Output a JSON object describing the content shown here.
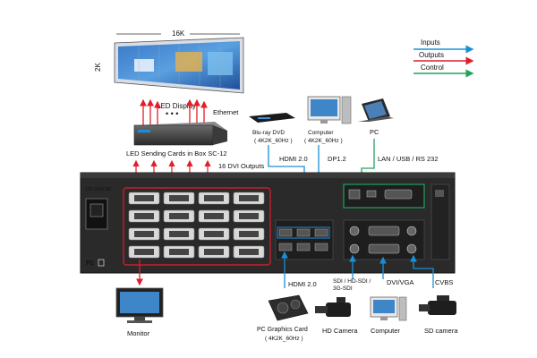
{
  "display": {
    "title": "LED  Display",
    "width_label": "16K",
    "height_label": "2K"
  },
  "sender": {
    "label": "LED Sending Cards in Box SC-12",
    "ethernet": "Ethernet",
    "outputs": "16  DVI Outputs",
    "dots": "• • •"
  },
  "sources_top": {
    "bluray": {
      "name": "Blu-ray DVD",
      "spec": "( 4K2K_60Hz )"
    },
    "computer": {
      "name": "Computer",
      "spec": "( 4K2K_60Hz )"
    },
    "pc": {
      "name": "PC"
    }
  },
  "ports_top": {
    "hdmi": "HDMI 2.0",
    "dp": "DP1.2",
    "control": "LAN / USB / RS 232"
  },
  "ports_bottom": {
    "hdmi": "HDMI 2.0",
    "sdi": [
      "SDI / HD-SDI /",
      "3G-SDI"
    ],
    "dvi_vga": "DVI/VGA",
    "cvbs": "CVBS"
  },
  "sources_bottom": {
    "gpu": {
      "name": "PC Graphics Card",
      "spec": "( 4K2K_60Hz )"
    },
    "camera": "HD Camera",
    "computer": "Computer",
    "sd_camera": "SD camera"
  },
  "monitor": "Monitor",
  "legend": {
    "inputs": "Inputs",
    "outputs": "Outputs",
    "control": "Control"
  },
  "panel": {
    "voltage": "100-240V  AC",
    "fc": "FC"
  },
  "colors": {
    "input": "#1a8fd6",
    "output": "#e21e2a",
    "control": "#1fa35a",
    "chassis": "#2a2a2a"
  }
}
